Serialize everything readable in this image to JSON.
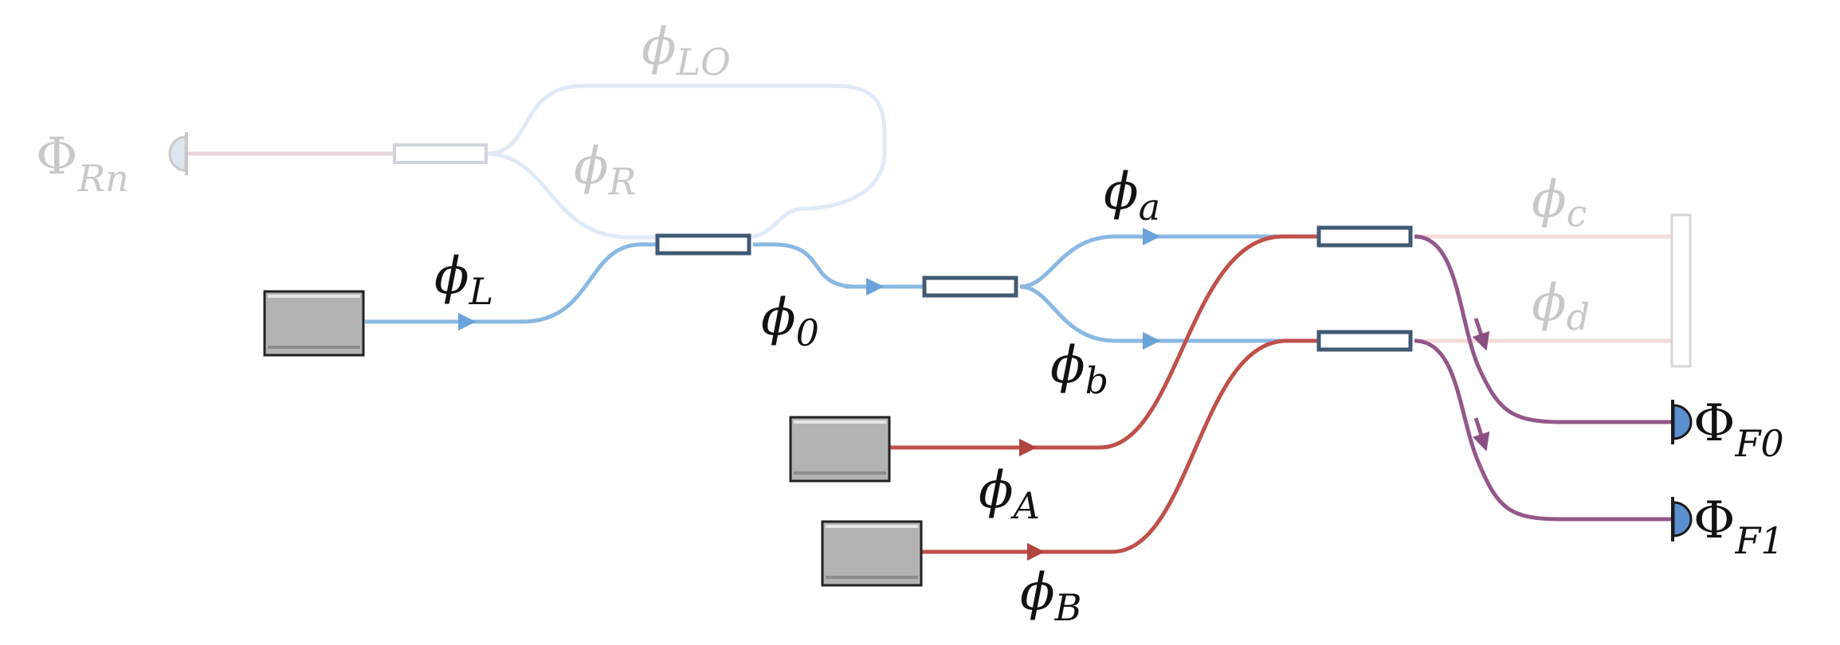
{
  "colors": {
    "blue": "#8ab8e2",
    "blue_faded": "#dfeaf6",
    "red": "#c0504a",
    "purple": "#93578a",
    "pink_faded": "#f4dada",
    "coupler": "#415a74",
    "coupler_faded": "#cfd4da",
    "laser_fill": "#b3b3b3",
    "detector_fill": "#5b8fd0",
    "text": "#111111",
    "text_faded": "#c8c8c8"
  },
  "labels": {
    "phi": "ϕ",
    "Phi": "Φ",
    "sub_LO": "LO",
    "sub_R": "R",
    "sub_Rn": "Rn",
    "sub_L": "L",
    "sub_0": "0",
    "sub_a": "a",
    "sub_b": "b",
    "sub_c": "c",
    "sub_d": "d",
    "sub_A": "A",
    "sub_B": "B",
    "sub_F0": "F0",
    "sub_F1": "F1"
  },
  "components": {
    "lasers": [
      "laser-L",
      "laser-A",
      "laser-B"
    ],
    "couplers": [
      "coupler-reference",
      "coupler-lo",
      "coupler-split",
      "coupler-a",
      "coupler-b"
    ],
    "detectors": [
      "detector-Rn",
      "detector-F0",
      "detector-F1"
    ],
    "mirror": "end-mirror"
  }
}
